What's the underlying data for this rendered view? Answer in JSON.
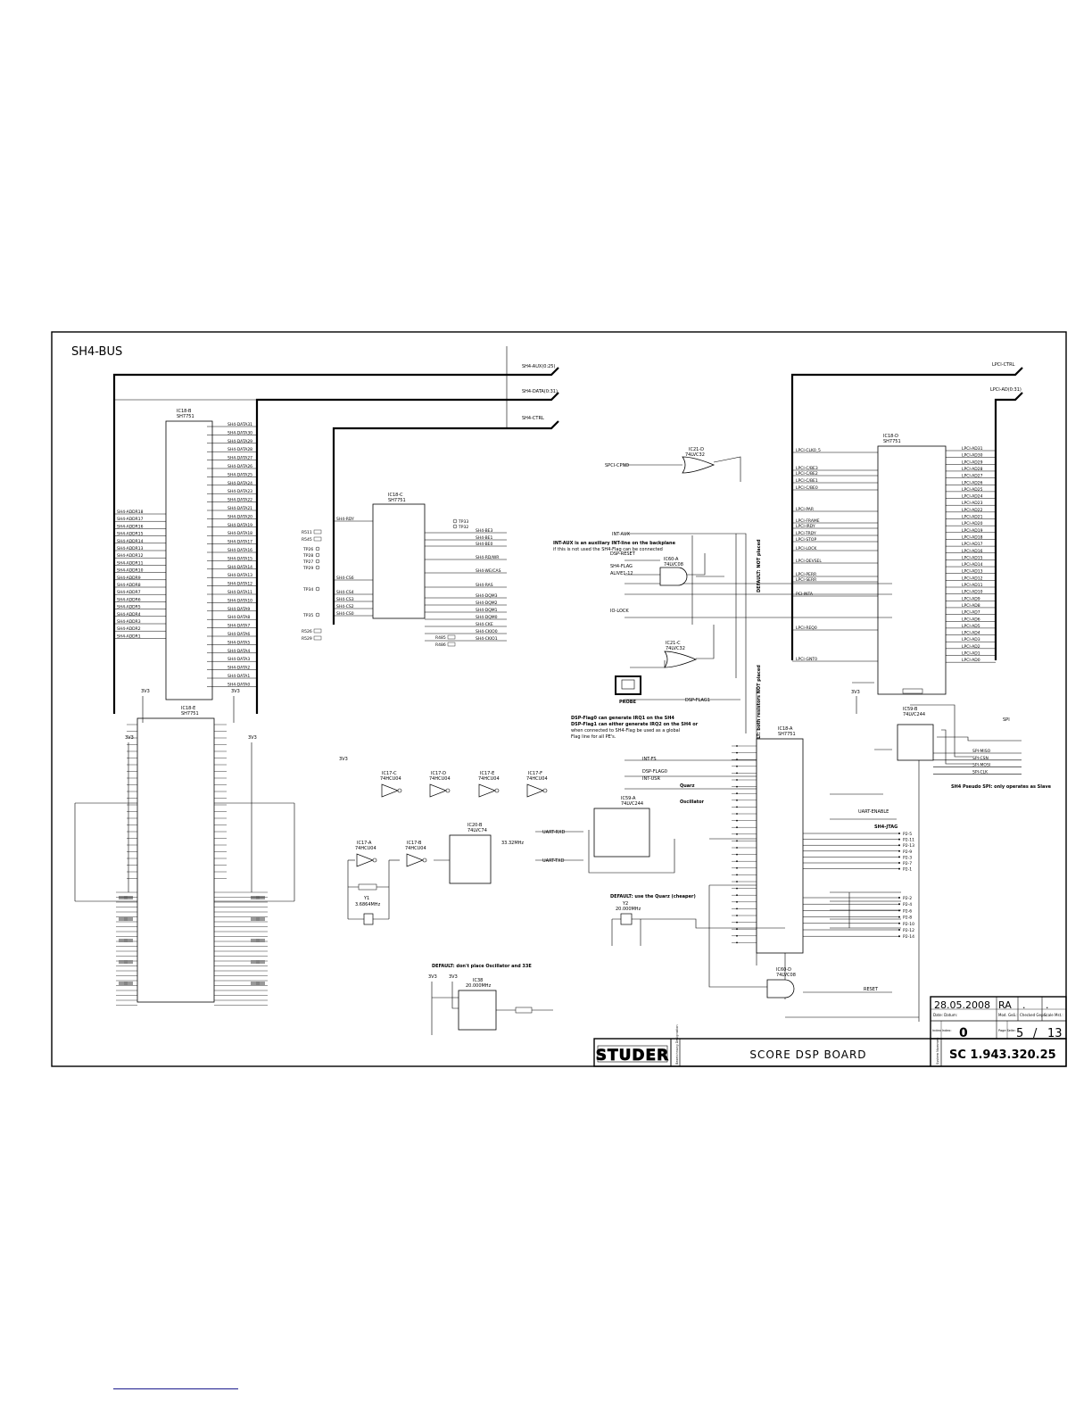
{
  "sheet": {
    "title": "SH4-BUS",
    "colors": {
      "ink": "#000000",
      "paper": "#ffffff",
      "accent": "#1a1a8c"
    }
  },
  "buses": {
    "sh4_aux": "SH4-AUX(0:25)",
    "sh4_data": "SH4-DATA(0:31)",
    "sh4_ctrl": "SH4-CTRL",
    "lpci_ctrl": "LPCI-CTRL",
    "lpci_ad": "LPCI-AD(0:31)"
  },
  "chips": {
    "ic18b_left": {
      "ref": "IC18-B",
      "part": "SH7751"
    },
    "ic18c": {
      "ref": "IC18-C",
      "part": "SH7751"
    },
    "ic18e": {
      "ref": "IC18-E",
      "part": "SH7751"
    },
    "ic18d": {
      "ref": "IC18-D",
      "part": "SH7751"
    },
    "ic18a": {
      "ref": "IC18-A",
      "part": "SH7751"
    },
    "ic21d": {
      "ref": "IC21-D",
      "part": "74LVC32"
    },
    "ic21c": {
      "ref": "IC21-C",
      "part": "74LVC32"
    },
    "ic60a": {
      "ref": "IC60-A",
      "part": "74LVC08"
    },
    "ic60d": {
      "ref": "IC60-D",
      "part": "74LVC08"
    },
    "ic59a": {
      "ref": "IC59-A",
      "part": "74LVC244"
    },
    "ic20b": {
      "ref": "IC20-B",
      "part": "74LVC74"
    },
    "ic59b": {
      "ref": "IC59-B",
      "part": "74LVC244"
    },
    "ic17c": {
      "ref": "IC17-C",
      "part": "74HCU04"
    },
    "ic17d": {
      "ref": "IC17-D",
      "part": "74HCU04"
    },
    "ic17e": {
      "ref": "IC17-E",
      "part": "74HCU04"
    },
    "ic17f": {
      "ref": "IC17-F",
      "part": "74HCU04"
    },
    "ic17a": {
      "ref": "IC17-A",
      "part": "74HCU04"
    },
    "ic17b": {
      "ref": "IC17-B",
      "part": "74HCU04"
    },
    "ic38": {
      "ref": "IC38",
      "part": "20.000MHz"
    }
  },
  "left_bus": {
    "data_nets": [
      "SH4-DATA31",
      "SH4-DATA30",
      "SH4-DATA29",
      "SH4-DATA28",
      "SH4-DATA27",
      "SH4-DATA26",
      "SH4-DATA25",
      "SH4-DATA24",
      "SH4-DATA23",
      "SH4-DATA22",
      "SH4-DATA21",
      "SH4-DATA20",
      "SH4-DATA19",
      "SH4-DATA18",
      "SH4-DATA17",
      "SH4-DATA16",
      "SH4-DATA15",
      "SH4-DATA14",
      "SH4-DATA13",
      "SH4-DATA12",
      "SH4-DATA11",
      "SH4-DATA10",
      "SH4-DATA9",
      "SH4-DATA8",
      "SH4-DATA7",
      "SH4-DATA6",
      "SH4-DATA5",
      "SH4-DATA4",
      "SH4-DATA3",
      "SH4-DATA2",
      "SH4-DATA1",
      "SH4-DATA0"
    ],
    "addr_nets": [
      "SH4-ADDR18",
      "SH4-ADDR17",
      "SH4-ADDR16",
      "SH4-ADDR15",
      "SH4-ADDR14",
      "SH4-ADDR13",
      "SH4-ADDR12",
      "SH4-ADDR11",
      "SH4-ADDR10",
      "SH4-ADDR9",
      "SH4-ADDR8",
      "SH4-ADDR7",
      "SH4-ADDR6",
      "SH4-ADDR5",
      "SH4-ADDR4",
      "SH4-ADDR3",
      "SH4-ADDR2",
      "SH4-ADDR1"
    ]
  },
  "ctrl_block": {
    "left_nets": [
      "SH4-RDY",
      "SH4-CS6",
      "SH4-CS4",
      "SH4-CS3",
      "SH4-CS2",
      "SH4-CS0"
    ],
    "right_nets": [
      "SH4-BE3",
      "SH4-BE1",
      "SH4-BE0",
      "SH4-RD/WR",
      "SH4-WE/CAS",
      "SH4-RAS",
      "SH4-DQM3",
      "SH4-DQM2",
      "SH4-DQM1",
      "SH4-DQM0",
      "SH4-CKE",
      "SH4-CKIO0",
      "SH4-CKIO1"
    ],
    "testpoints": [
      "TP33",
      "TP32",
      "TP26",
      "TP28",
      "TP27",
      "TP29",
      "TP34",
      "TP35"
    ],
    "resistors": [
      "R511",
      "R545",
      "R526",
      "R529",
      "R485",
      "R486"
    ]
  },
  "pci": {
    "left_nets": [
      "LPCI-CLK0_5",
      "LPCI-C/BE3",
      "LPCI-C/BE2",
      "LPCI-C/BE1",
      "LPCI-C/BE0",
      "LPCI-PAR",
      "LPCI-FRAME",
      "LPCI-IRDY",
      "LPCI-TRDY",
      "LPCI-STOP",
      "LPCI-LOCK",
      "LPCI-DEVSEL",
      "LPCI-PERR",
      "LPCI-SERR",
      "PCI-INTA",
      "LPCI-REQ0",
      "LPCI-GNT0"
    ],
    "right_nets": [
      "LPCI-AD31",
      "LPCI-AD30",
      "LPCI-AD29",
      "LPCI-AD28",
      "LPCI-AD27",
      "LPCI-AD26",
      "LPCI-AD25",
      "LPCI-AD24",
      "LPCI-AD23",
      "LPCI-AD22",
      "LPCI-AD21",
      "LPCI-AD20",
      "LPCI-AD19",
      "LPCI-AD18",
      "LPCI-AD17",
      "LPCI-AD16",
      "LPCI-AD15",
      "LPCI-AD14",
      "LPCI-AD13",
      "LPCI-AD12",
      "LPCI-AD11",
      "LPCI-AD10",
      "LPCI-AD9",
      "LPCI-AD8",
      "LPCI-AD7",
      "LPCI-AD6",
      "LPCI-AD5",
      "LPCI-AD4",
      "LPCI-AD3",
      "LPCI-AD2",
      "LPCI-AD1",
      "LPCI-AD0"
    ]
  },
  "jtag": {
    "title": "SH4-JTAG",
    "nets": [
      "P2-5",
      "P2-11",
      "P2-13",
      "P2-9",
      "P2-3",
      "P2-7",
      "P2-1",
      "P2-2",
      "P2-4",
      "P2-6",
      "P2-8",
      "P2-10",
      "P2-12",
      "P2-14"
    ]
  },
  "spi": {
    "label": "SPI",
    "nets": [
      "SPI-MISO",
      "SPI-CSN",
      "SPI-MOSI",
      "SPI-CLK"
    ],
    "note": "SH4 Pseudo SPI: only operates as Slave"
  },
  "signals": {
    "spci_cpnd": "SPCI-CPND",
    "int_aux": "INT-AUX",
    "dsp_reset": "DSP-RESET",
    "sh4_flag": "SH4-FLAG",
    "alive_1": "ALIVE1-12",
    "io_lock": "IO-LOCK",
    "dsp_flag1": "DSP-FLAG1",
    "dsp_flag0": "DSP-FLAG0",
    "int_fs": "INT-FS",
    "int_usr": "INT-USR",
    "uart_rxd": "UART-RXD",
    "uart_txd": "UART-TXD",
    "uart_enable": "UART-ENABLE",
    "reset": "RESET",
    "probe": "PROBE",
    "clk_out": "33.32MHz"
  },
  "notes": {
    "int_aux_1": "INT-AUX is an auxiliary INT-line on the backplane",
    "int_aux_2": "if this is not used the SH4-Flag can be connected",
    "dsp_flag_1": "DSP-Flag0 can generate IRQ1 on the SH4",
    "dsp_flag_2": "DSP-Flag1 can either generate IRQ2 on the SH4 or",
    "dsp_flag_3": "when connected to SH4-Flag be used as a global",
    "dsp_flag_4": "Flag line for all PE's.",
    "quarz": "DEFAULT: use the Quarz (cheaper)",
    "oscillator": "DEFAULT: don't place Oscillator and 33E",
    "default_not_placed": "DEFAULT: NOT placed",
    "default_both": "DEFAULT: both resistors NOT placed",
    "quarz_osc_a": "Quarz",
    "quarz_osc_b": "Oscillator"
  },
  "crystals": {
    "y1": {
      "ref": "Y1",
      "value": "3.6864MHz"
    },
    "y2": {
      "ref": "Y2",
      "value": "20.000MHz"
    }
  },
  "power": {
    "rail": "3V3"
  },
  "title_block": {
    "date": "28.05.2008",
    "initials": "RA",
    "dot1": ".",
    "dot2": ".",
    "date_label": "Date: Datum:",
    "modified_label": "Mod. Geä.:",
    "checked_label": "Checked Gepr.:",
    "scale_label": "Scale Mst.:",
    "index_label": "Index Index:",
    "index": "0",
    "page_label": "Page Seite:",
    "page": "5",
    "slash": "/",
    "pages": "13",
    "company": "STUDER",
    "designation_label": "Bezeichnung Designation",
    "title": "SCORE DSP BOARD",
    "number_label": "System Nummer:",
    "drawing_number": "SC 1.943.320.25"
  }
}
